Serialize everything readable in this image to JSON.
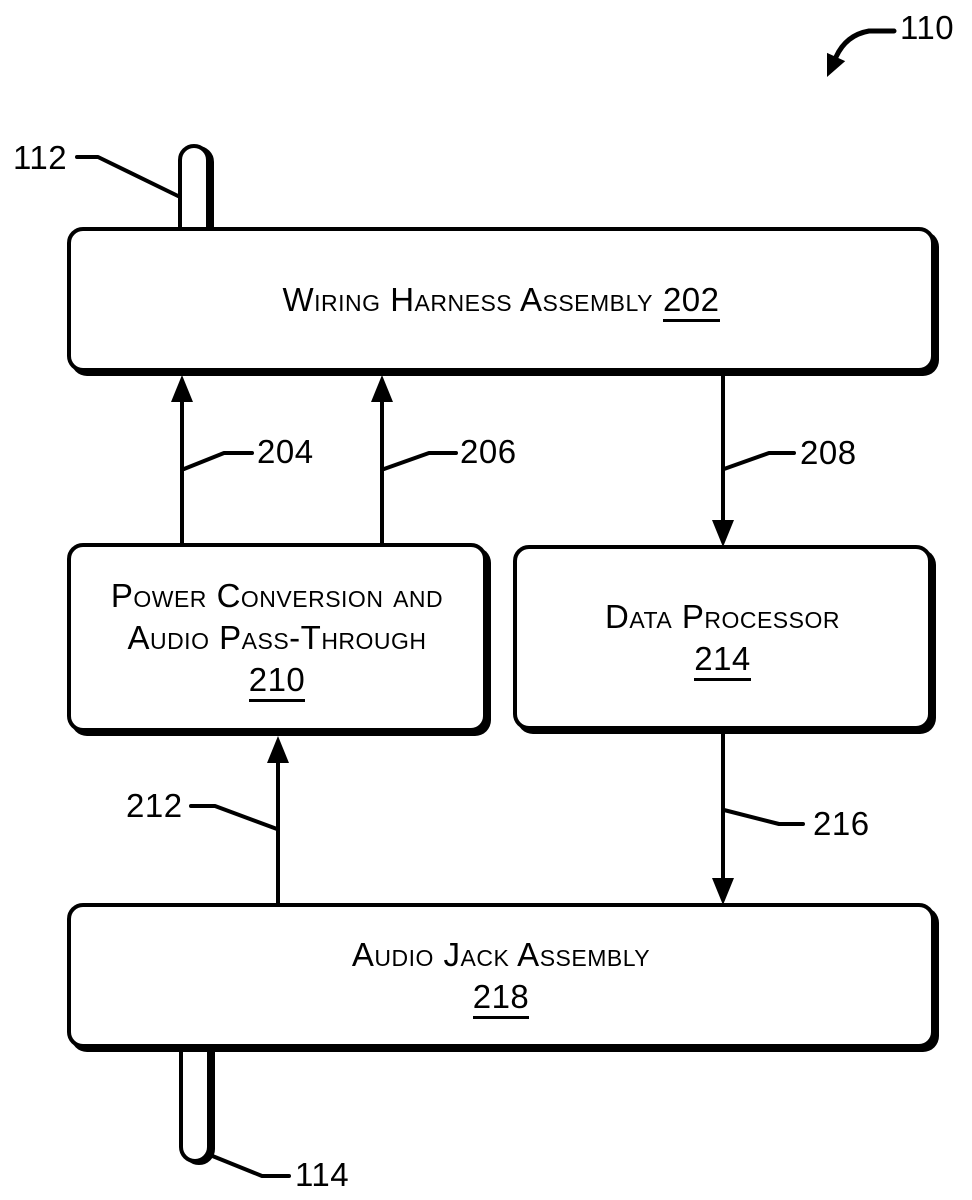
{
  "figure": {
    "ref": "110"
  },
  "connectors": {
    "top_label": "112",
    "bottom_label": "114"
  },
  "boxes": {
    "wiring_harness": {
      "title": "Wiring Harness Assembly",
      "ref": "202"
    },
    "power_conversion": {
      "title_line1": "Power Conversion and",
      "title_line2": "Audio Pass-Through",
      "ref": "210"
    },
    "data_processor": {
      "title": "Data Processor",
      "ref": "214"
    },
    "audio_jack": {
      "title": "Audio Jack Assembly",
      "ref": "218"
    }
  },
  "arrows": {
    "a204": {
      "label": "204",
      "from": "power_conversion",
      "to": "wiring_harness",
      "direction": "up"
    },
    "a206": {
      "label": "206",
      "from": "power_conversion",
      "to": "wiring_harness",
      "direction": "up"
    },
    "a208": {
      "label": "208",
      "from": "wiring_harness",
      "to": "data_processor",
      "direction": "down"
    },
    "a212": {
      "label": "212",
      "from": "audio_jack",
      "to": "power_conversion",
      "direction": "up"
    },
    "a216": {
      "label": "216",
      "from": "data_processor",
      "to": "audio_jack",
      "direction": "down"
    }
  },
  "colors": {
    "ink": "#000000",
    "paper": "#ffffff"
  }
}
